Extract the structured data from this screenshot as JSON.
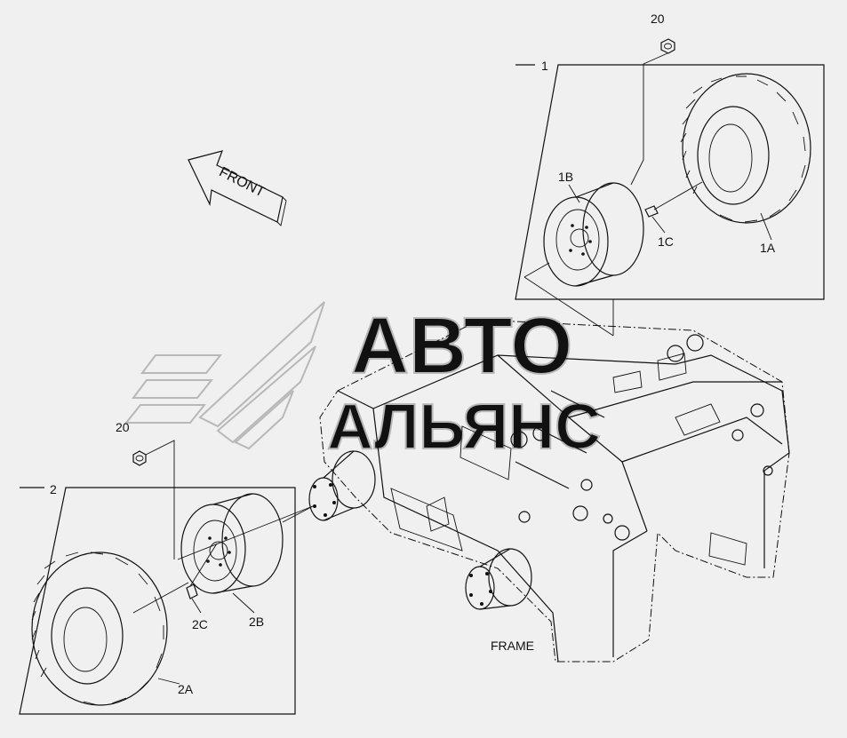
{
  "callouts": {
    "c20_top": "20",
    "c1": "1",
    "c1B": "1B",
    "c1C": "1C",
    "c1A": "1A",
    "c20_left": "20",
    "c2": "2",
    "c2C": "2C",
    "c2B": "2B",
    "c2A": "2A"
  },
  "labels": {
    "front": "FRONT",
    "frame": "FRAME"
  },
  "watermark": {
    "line1": "АВТО",
    "line2": "АЛЬЯНС"
  },
  "colors": {
    "background": "#f0f0f0",
    "line": "#111111",
    "watermark": "#b8b8b8"
  }
}
